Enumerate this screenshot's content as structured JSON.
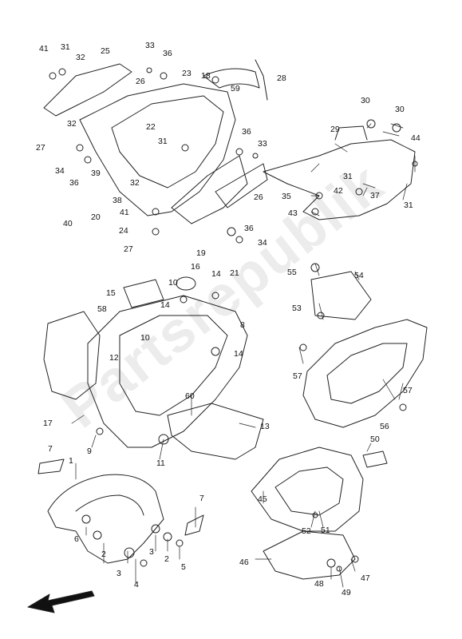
{
  "diagram": {
    "watermark": "Partsrepublik",
    "callouts": [
      "41",
      "31",
      "32",
      "25",
      "33",
      "36",
      "18",
      "28",
      "26",
      "23",
      "59",
      "32",
      "22",
      "36",
      "33",
      "30",
      "30",
      "31",
      "29",
      "44",
      "27",
      "34",
      "39",
      "36",
      "32",
      "31",
      "38",
      "20",
      "41",
      "40",
      "24",
      "27",
      "26",
      "35",
      "42",
      "37",
      "43",
      "36",
      "34",
      "31",
      "19",
      "21",
      "16",
      "55",
      "54",
      "10",
      "14",
      "15",
      "58",
      "14",
      "53",
      "8",
      "12",
      "10",
      "14",
      "57",
      "60",
      "57",
      "17",
      "13",
      "56",
      "9",
      "11",
      "50",
      "7",
      "1",
      "7",
      "45",
      "6",
      "52",
      "51",
      "2",
      "3",
      "2",
      "5",
      "46",
      "47",
      "3",
      "4",
      "48",
      "49"
    ]
  }
}
